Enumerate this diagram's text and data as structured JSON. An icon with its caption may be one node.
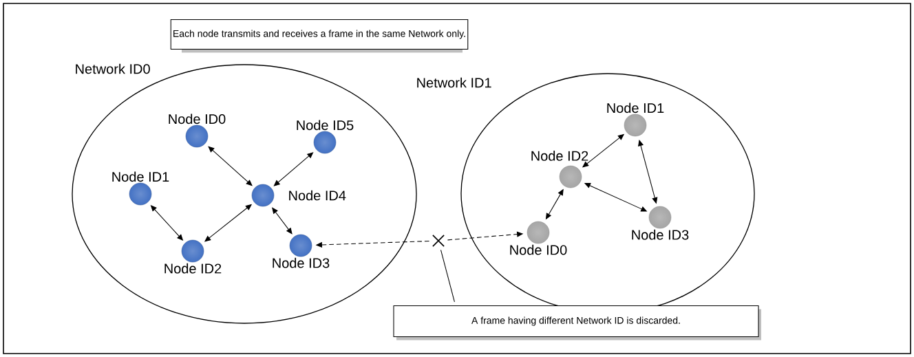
{
  "diagram": {
    "nodes": [
      {
        "text": [
          "Each node transmits and receives a frame in the same Network only."
        ]
      },
      {
        "text": [
          "Network ID0"
        ]
      },
      {
        "text": [
          "Node ID0"
        ],
        "in": 1
      },
      {
        "text": [
          "Node ID1"
        ],
        "in": 1
      },
      {
        "text": [
          "Node ID2"
        ],
        "in": 1
      },
      {
        "text": [
          "Node ID3"
        ],
        "in": 1
      },
      {
        "text": [
          "Node ID4"
        ],
        "in": 1
      },
      {
        "text": [
          "Node ID5"
        ],
        "in": 1
      },
      {
        "text": [
          "Network ID1"
        ]
      },
      {
        "text": [
          "Node ID0"
        ],
        "in": 8
      },
      {
        "text": [
          "Node ID1"
        ],
        "in": 8
      },
      {
        "text": [
          "Node ID2"
        ],
        "in": 8
      },
      {
        "text": [
          "Node ID3"
        ],
        "in": 8
      },
      {
        "text": [],
        "shape": "cross"
      },
      {
        "text": [
          "A frame having different Network ID is discarded."
        ]
      }
    ],
    "edges": [
      {
        "from": 2,
        "to": 6,
        "arrow": "both"
      },
      {
        "from": 3,
        "to": 4,
        "arrow": "both"
      },
      {
        "from": 4,
        "to": 6,
        "arrow": "both"
      },
      {
        "from": 7,
        "to": 6,
        "arrow": "both"
      },
      {
        "from": 6,
        "to": 5,
        "arrow": "both"
      },
      {
        "from": 9,
        "to": 11,
        "arrow": "both"
      },
      {
        "from": 11,
        "to": 10,
        "arrow": "both"
      },
      {
        "from": 10,
        "to": 12,
        "arrow": "both"
      },
      {
        "from": 11,
        "to": 12,
        "arrow": "both"
      },
      {
        "from": 13,
        "to": 5,
        "arrow": "to",
        "style": "dashed"
      },
      {
        "from": 13,
        "to": 9,
        "arrow": "to",
        "style": "dashed"
      },
      {
        "from": 14,
        "to": 13,
        "arrow": "none"
      }
    ]
  }
}
